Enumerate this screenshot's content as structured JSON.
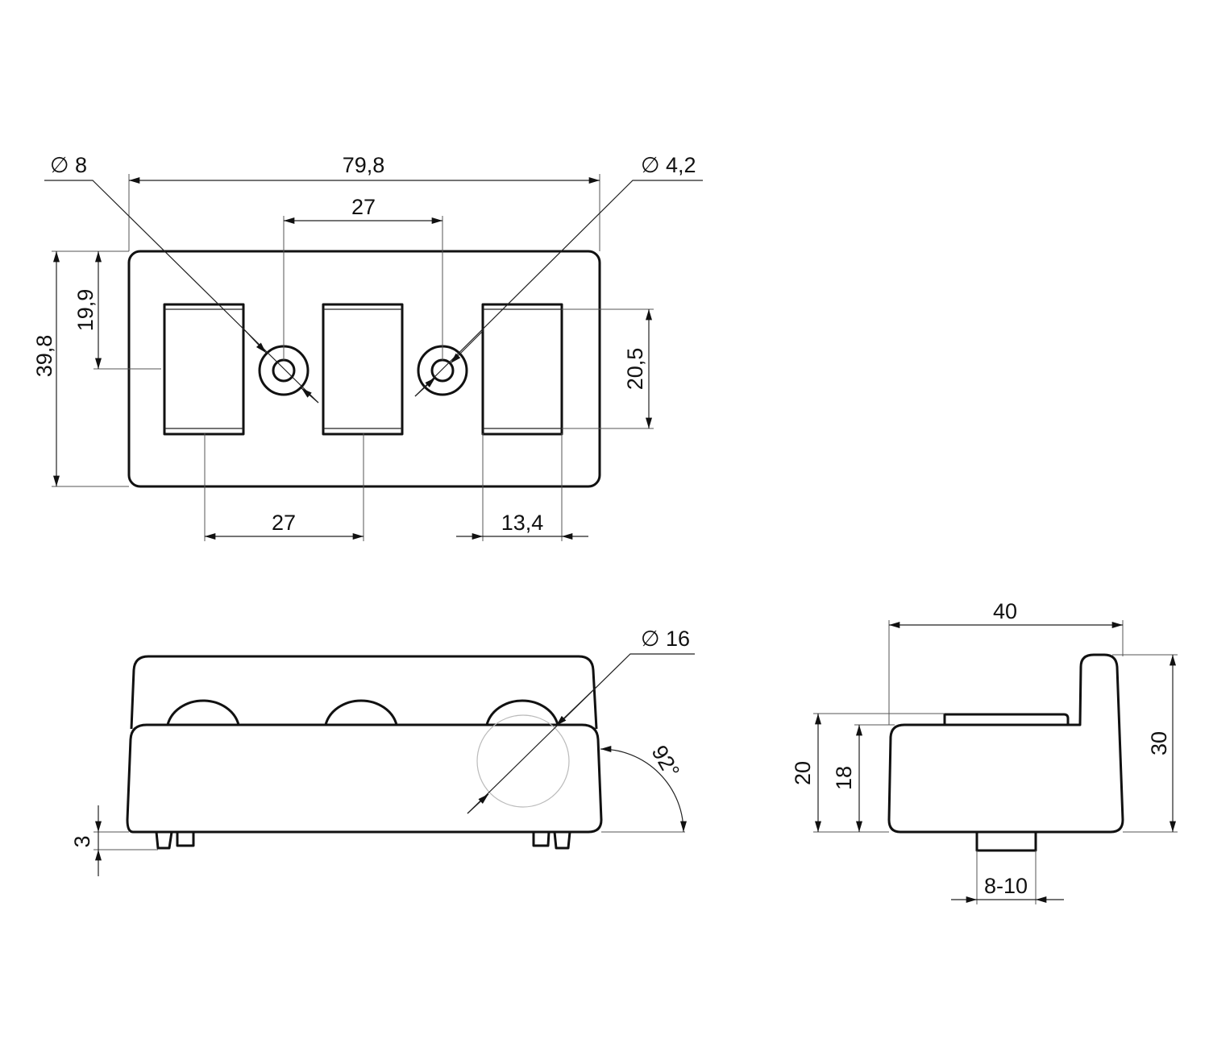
{
  "dimensions": {
    "top_view": {
      "hole_large_dia": "∅ 8",
      "overall_length": "79,8",
      "hole_spacing_top": "27",
      "hole_small_dia": "∅ 4,2",
      "overall_width": "39,8",
      "half_width": "19,9",
      "slot_length": "20,5",
      "slot_spacing": "27",
      "slot_width": "13,4"
    },
    "front_view": {
      "head_dia": "∅ 16",
      "angle": "92°",
      "foot_height": "3"
    },
    "side_view": {
      "width": "40",
      "height_total": "30",
      "height_plate": "20",
      "height_body": "18",
      "groove_range": "8-10"
    }
  }
}
